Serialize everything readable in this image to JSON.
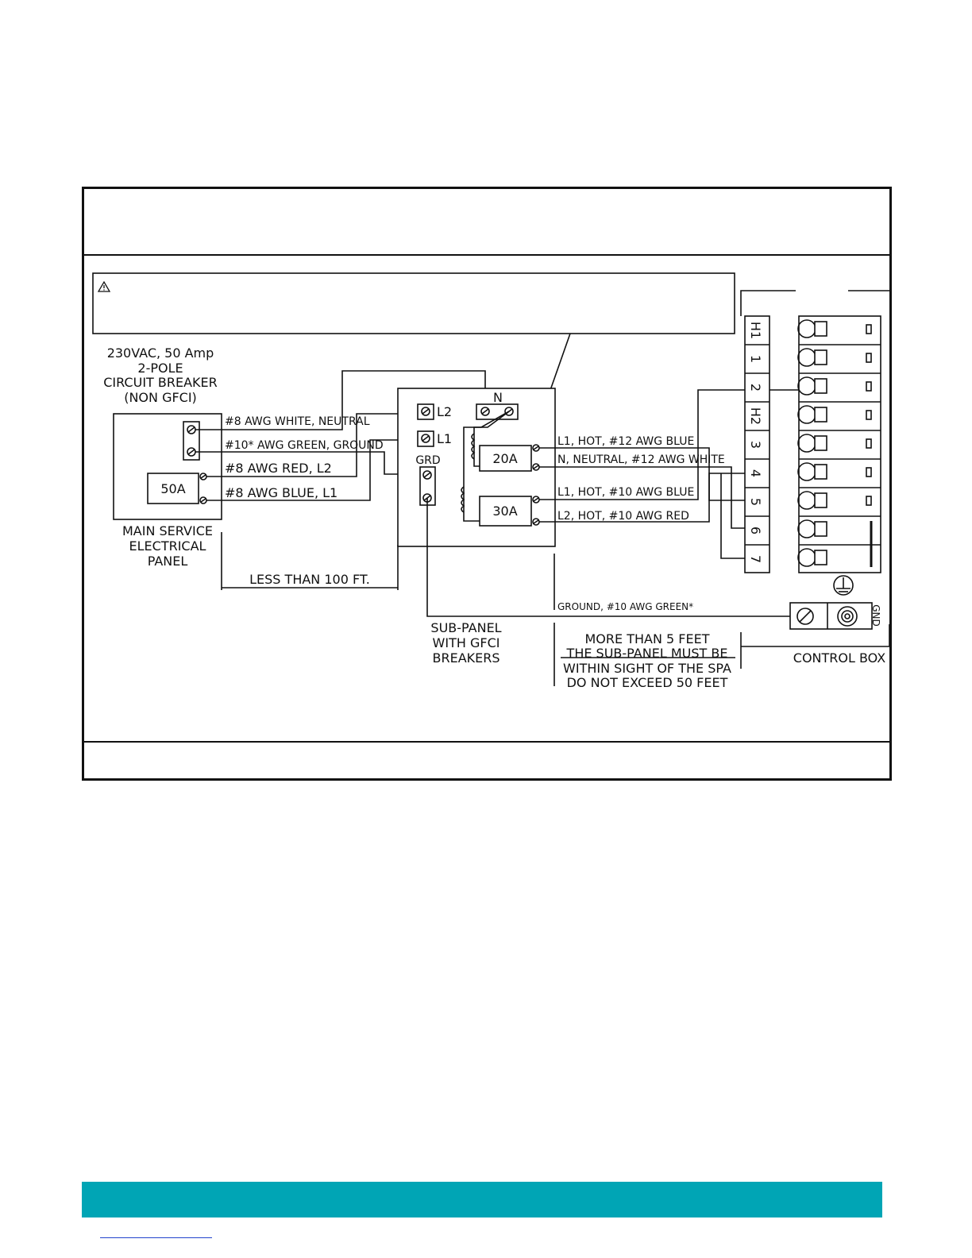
{
  "main_panel": {
    "caption": [
      "230VAC, 50 Amp",
      "2-POLE",
      "CIRCUIT BREAKER",
      "(NON GFCI)"
    ],
    "breaker": "50A",
    "footer": [
      "MAIN SERVICE",
      "ELECTRICAL",
      "PANEL"
    ]
  },
  "feed_wires": {
    "neutral": "#8 AWG WHITE, NEUTRAL",
    "ground": "#10* AWG GREEN, GROUND",
    "l2": "#8 AWG RED, L2",
    "l1": "#8 AWG BLUE, L1"
  },
  "distance": "LESS THAN 100 FT.",
  "sub_panel": {
    "terminals": {
      "l2": "L2",
      "l1": "L1",
      "n": "N",
      "grd": "GRD"
    },
    "breaker_20": "20A",
    "breaker_30": "30A",
    "footer": [
      "SUB-PANEL",
      "WITH GFCI",
      "BREAKERS"
    ]
  },
  "load_wires": {
    "a": "L1, HOT, #12 AWG BLUE",
    "b": "N, NEUTRAL, #12 AWG WHITE",
    "c": "L1, HOT, #10 AWG BLUE",
    "d": "L2, HOT, #10 AWG RED",
    "ground": "GROUND, #10 AWG GREEN*"
  },
  "distance_note": [
    "MORE THAN 5 FEET",
    "THE SUB-PANEL MUST BE",
    "WITHIN SIGHT OF THE SPA",
    "DO NOT EXCEED 50 FEET"
  ],
  "control_box": {
    "label": "CONTROL BOX",
    "gnd": "GND",
    "terminals": [
      "H1",
      "1",
      "2",
      "H2",
      "3",
      "4",
      "5",
      "6",
      "7"
    ]
  },
  "icons": {
    "warning": "warning-triangle-icon",
    "ground": "ground-symbol-icon"
  },
  "colors": {
    "footer_bar": "#00a5b5",
    "link_underline": "#2244cc"
  }
}
